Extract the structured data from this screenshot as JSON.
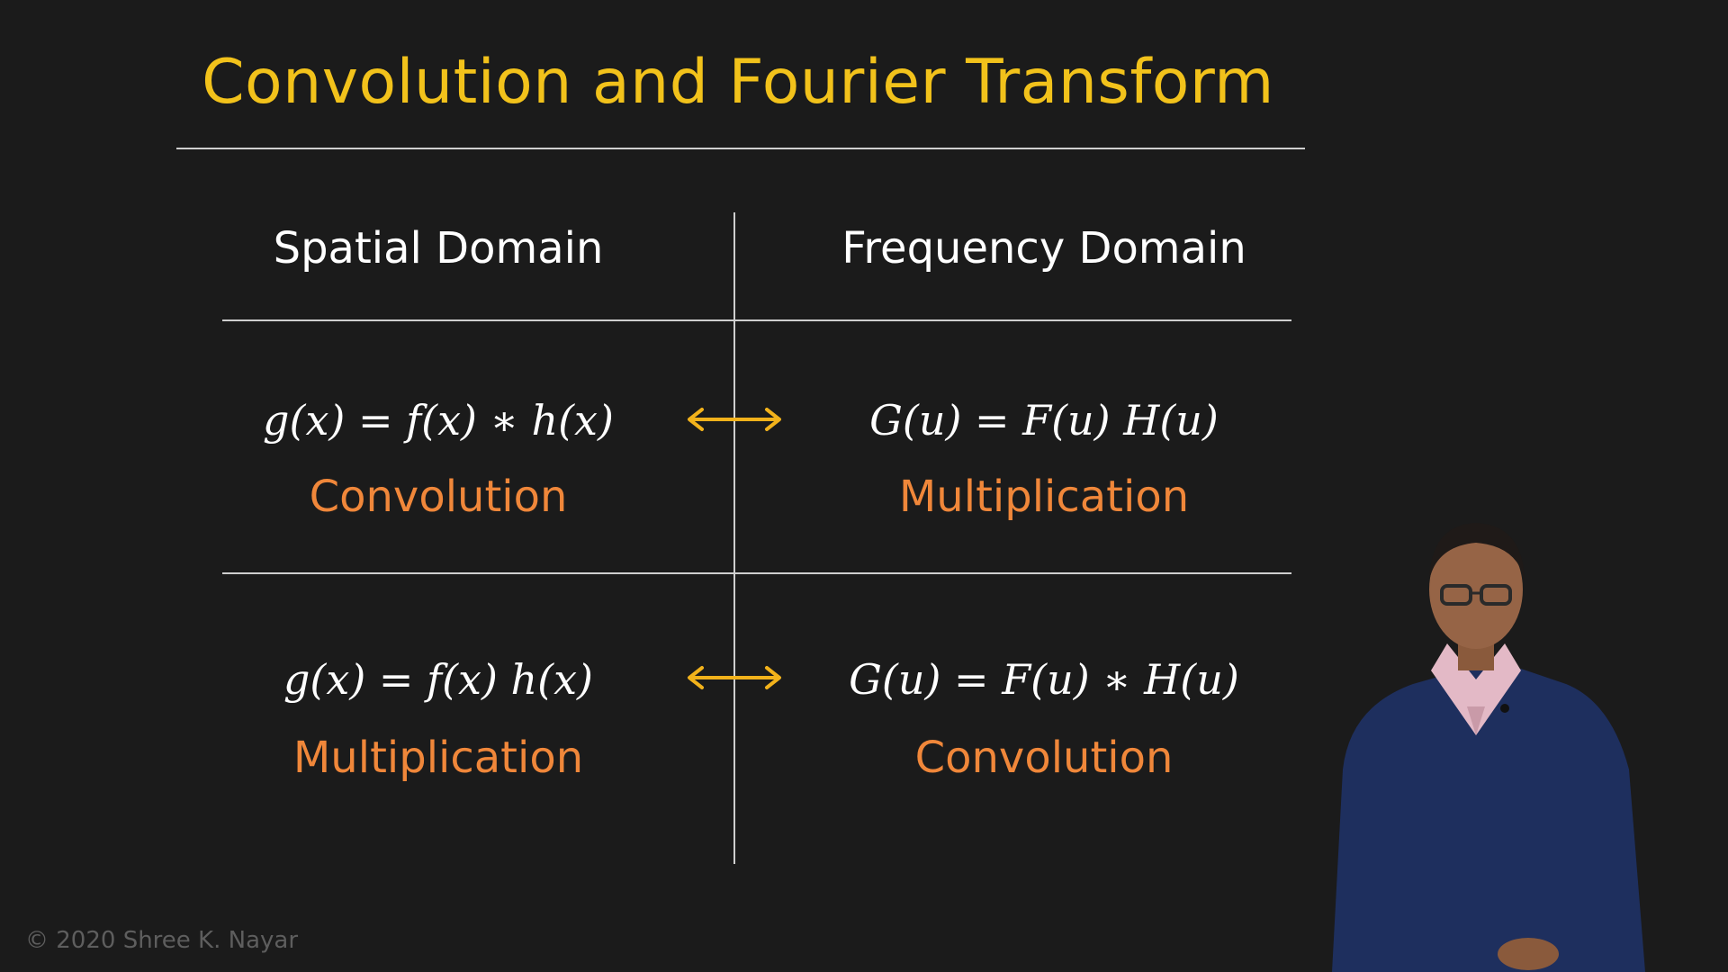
{
  "slide": {
    "title": "Convolution and Fourier Transform",
    "headers": {
      "spatial": "Spatial Domain",
      "frequency": "Frequency Domain"
    },
    "rows": [
      {
        "spatial_equation": "g(x) = f(x) ∗ h(x)",
        "spatial_operation": "Convolution",
        "frequency_equation": "G(u) = F(u) H(u)",
        "frequency_operation": "Multiplication"
      },
      {
        "spatial_equation": "g(x) = f(x) h(x)",
        "spatial_operation": "Multiplication",
        "frequency_equation": "G(u) = F(u) ∗ H(u)",
        "frequency_operation": "Convolution"
      }
    ],
    "copyright": "© 2020 Shree K. Nayar"
  },
  "colors": {
    "background": "#1b1b1b",
    "title": "#f2c21b",
    "operation": "#f0873a",
    "arrow": "#f2b21b",
    "rules": "#cfcfcf"
  },
  "icons": {
    "arrow": "double-headed-arrow-icon"
  }
}
